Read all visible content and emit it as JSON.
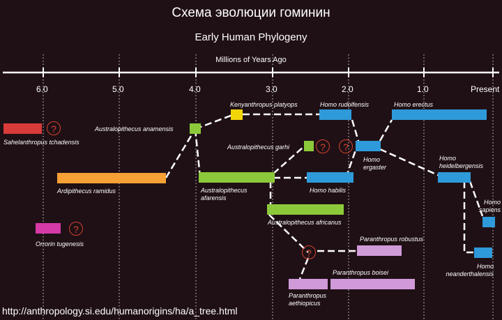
{
  "titles": {
    "main": "Схема эволюции гоминин",
    "subtitle": "Early Human Phylogeny",
    "axis": "Millions of Years Ago"
  },
  "axis_ticks": [
    "6.0",
    "5.0",
    "4.0",
    "3.0",
    "2.0",
    "1.0",
    "Present"
  ],
  "footer": "http://anthropology.si.edu/humanorigins/ha/a_tree.html",
  "colors": {
    "red": "#d93a3a",
    "orange": "#f7a035",
    "magenta": "#d63aa8",
    "green": "#8bc93a",
    "yellow": "#f3d60a",
    "blue": "#2e9ad9",
    "lilac": "#d09ad9"
  },
  "species": {
    "sahelanthropus": "Sahelanthropus tchadensis",
    "ardipithecus": "Ardipithecus ramidus",
    "orrorin": "Orrorin tugenesis",
    "anamensis": "Australopithecus anamensis",
    "kenyanthropus": "Kenyanthropus platyops",
    "garhi": "Australopithecus garhi",
    "afarensis": "Australopithecus afarensis",
    "africanus": "Australopithecus africanus",
    "rudolfensis": "Homo rudolfensis",
    "habilis": "Homo habilis",
    "ergaster": "Homo ergaster",
    "erectus": "Homo erectus",
    "heidelbergensis": "Homo heidelbergensis",
    "sapiens": "Homo sapiens",
    "neanderthalensis": "Homo neanderthalensis",
    "p_robustus": "Paranthropus robustus",
    "p_boisei": "Paranthropus boisei",
    "p_aethiopicus": "Paranthropus aethiopicus"
  },
  "unknown_mark": "?"
}
